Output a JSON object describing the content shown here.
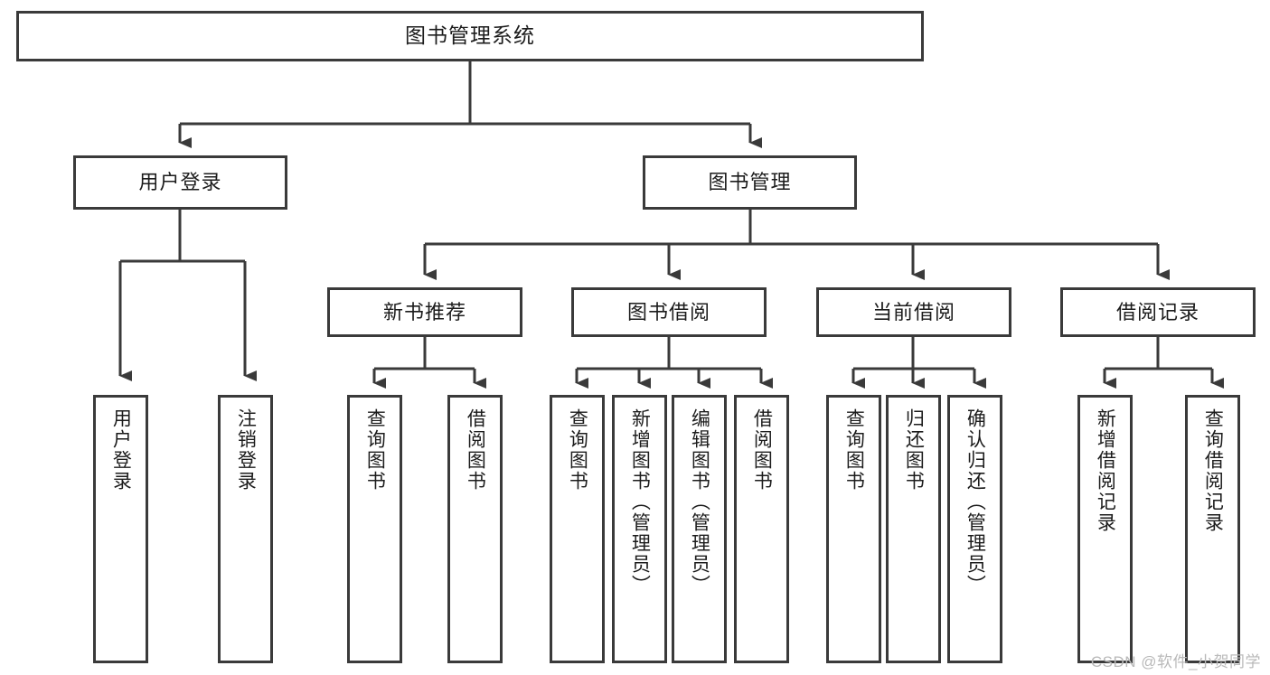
{
  "diagram": {
    "type": "tree",
    "title": "图书管理系统",
    "colors": {
      "box_border": "#3a3a3a",
      "box_fill": "#ffffff",
      "connector": "#3a3a3a",
      "text": "#1c1c1c",
      "watermark": "#b9b9b9",
      "background": "#ffffff"
    },
    "root": {
      "label": "图书管理系统"
    },
    "level2": [
      {
        "label": "用户登录"
      },
      {
        "label": "图书管理"
      }
    ],
    "level3": [
      {
        "label": "新书推荐"
      },
      {
        "label": "图书借阅"
      },
      {
        "label": "当前借阅"
      },
      {
        "label": "借阅记录"
      }
    ],
    "leaves": {
      "user_login": [
        {
          "label": "用户登录"
        },
        {
          "label": "注销登录"
        }
      ],
      "new_book_recommend": [
        {
          "label": "查询图书"
        },
        {
          "label": "借阅图书"
        }
      ],
      "book_borrow": [
        {
          "label": "查询图书"
        },
        {
          "label": "新增图书（管理员）"
        },
        {
          "label": "编辑图书（管理员）"
        },
        {
          "label": "借阅图书"
        }
      ],
      "current_borrow": [
        {
          "label": "查询图书"
        },
        {
          "label": "归还图书"
        },
        {
          "label": "确认归还（管理员）"
        }
      ],
      "borrow_record": [
        {
          "label": "新增借阅记录"
        },
        {
          "label": "查询借阅记录"
        }
      ]
    }
  },
  "watermark": {
    "text": "CSDN @软件_小贺同学"
  }
}
